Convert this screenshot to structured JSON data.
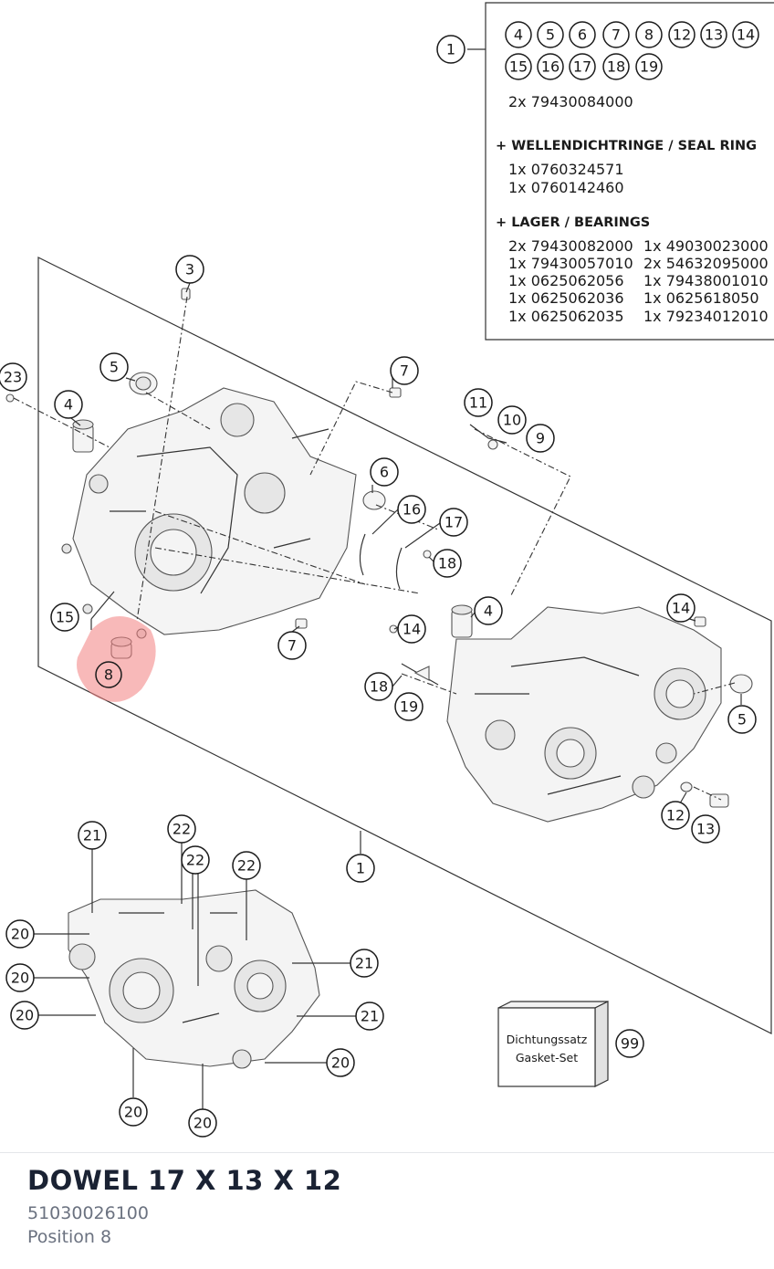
{
  "kit_box": {
    "callout": "1",
    "parts_row1": [
      "4",
      "5",
      "6",
      "7",
      "8",
      "12",
      "13",
      "14"
    ],
    "parts_row2": [
      "15",
      "16",
      "17",
      "18",
      "19"
    ],
    "base_qty_line": "2x 79430084000",
    "seals_header": "+ WELLENDICHTRINGE /  SEAL RING",
    "seals": [
      "1x 0760324571",
      "1x 0760142460"
    ],
    "bearings_header": "+ LAGER / BEARINGS",
    "bearings_left": [
      "2x 79430082000",
      "1x 79430057010",
      "1x 0625062056",
      "1x 0625062036",
      "1x 0625062035"
    ],
    "bearings_right": [
      "1x 49030023000",
      "2x 54632095000",
      "1x 79438001010",
      "1x 0625618050",
      "1x 79234012010"
    ]
  },
  "callouts": {
    "c3": "3",
    "c5a": "5",
    "c23": "23",
    "c4a": "4",
    "c7a": "7",
    "c6": "6",
    "c16": "16",
    "c17": "17",
    "c18a": "18",
    "c11": "11",
    "c10": "10",
    "c9": "9",
    "c15": "15",
    "c8": "8",
    "c7b": "7",
    "c14a": "14",
    "c4b": "4",
    "c14b": "14",
    "c18b": "18",
    "c19": "19",
    "c5b": "5",
    "c12": "12",
    "c13": "13",
    "c1b": "1",
    "c21a": "21",
    "c22a": "22",
    "c22b": "22",
    "c22c": "22",
    "c20a": "20",
    "c20b": "20",
    "c20c": "20",
    "c21b": "21",
    "c21c": "21",
    "c20d": "20",
    "c20e": "20",
    "c20f": "20",
    "c99": "99"
  },
  "gasket_set": {
    "line1": "Dichtungssatz",
    "line2": "Gasket-Set"
  },
  "highlight_color": "#f28080",
  "part": {
    "name": "DOWEL 17 X 13 X 12",
    "number": "51030026100",
    "position": "Position 8"
  }
}
